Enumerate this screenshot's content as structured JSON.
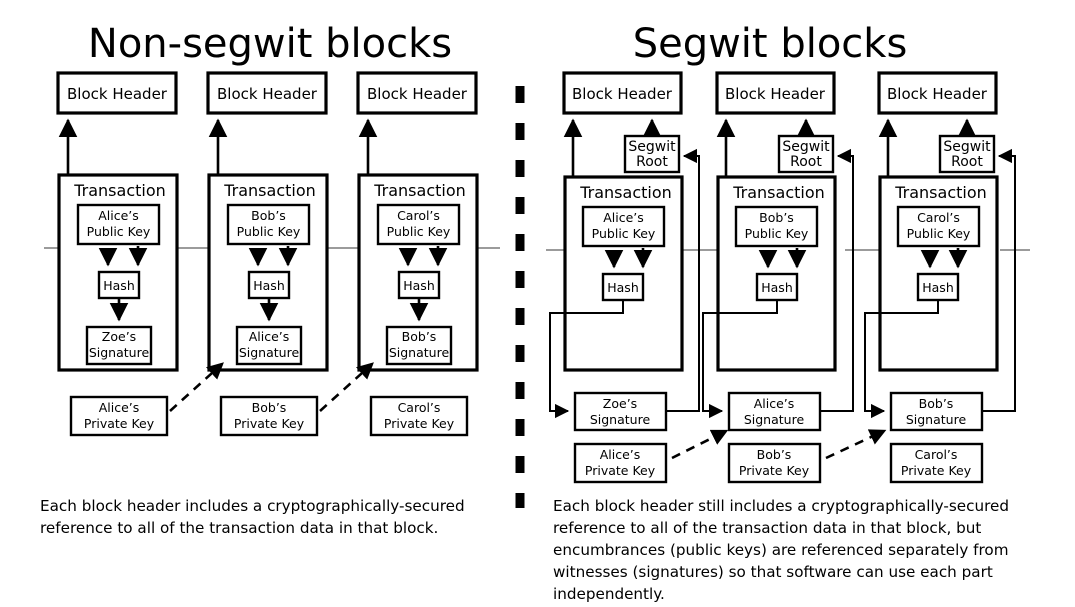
{
  "panels": [
    {
      "id": "non-segwit",
      "title": "Non-segwit blocks",
      "caption_lines": [
        "Each block header includes a cryptographically-secured",
        "reference to all of the transaction data in that block."
      ],
      "blocks": [
        {
          "header": "Block Header",
          "transaction": "Transaction",
          "public_key": "Alice’s\nPublic Key",
          "public_key_line1": "Alice’s",
          "public_key_line2": "Public Key",
          "hash": "Hash",
          "signature_line1": "Zoe’s",
          "signature_line2": "Signature",
          "private_key_line1": "Alice’s",
          "private_key_line2": "Private Key"
        },
        {
          "header": "Block Header",
          "transaction": "Transaction",
          "public_key_line1": "Bob’s",
          "public_key_line2": "Public Key",
          "hash": "Hash",
          "signature_line1": "Alice’s",
          "signature_line2": "Signature",
          "private_key_line1": "Bob’s",
          "private_key_line2": "Private Key"
        },
        {
          "header": "Block Header",
          "transaction": "Transaction",
          "public_key_line1": "Carol’s",
          "public_key_line2": "Public Key",
          "hash": "Hash",
          "signature_line1": "Bob’s",
          "signature_line2": "Signature",
          "private_key_line1": "Carol’s",
          "private_key_line2": "Private Key"
        }
      ]
    },
    {
      "id": "segwit",
      "title": "Segwit blocks",
      "caption_lines": [
        "Each block header still includes a cryptographically-secured",
        "reference to all of the transaction data in that block, but",
        "encumbrances (public keys) are referenced separately from",
        "witnesses (signatures) so that software can use each part",
        "independently."
      ],
      "blocks": [
        {
          "header": "Block Header",
          "segwit_root_line1": "Segwit",
          "segwit_root_line2": "Root",
          "transaction": "Transaction",
          "public_key_line1": "Alice’s",
          "public_key_line2": "Public Key",
          "hash": "Hash",
          "signature_line1": "Zoe’s",
          "signature_line2": "Signature",
          "private_key_line1": "Alice’s",
          "private_key_line2": "Private Key"
        },
        {
          "header": "Block Header",
          "segwit_root_line1": "Segwit",
          "segwit_root_line2": "Root",
          "transaction": "Transaction",
          "public_key_line1": "Bob’s",
          "public_key_line2": "Public Key",
          "hash": "Hash",
          "signature_line1": "Alice’s",
          "signature_line2": "Signature",
          "private_key_line1": "Bob’s",
          "private_key_line2": "Private Key"
        },
        {
          "header": "Block Header",
          "segwit_root_line1": "Segwit",
          "segwit_root_line2": "Root",
          "transaction": "Transaction",
          "public_key_line1": "Carol’s",
          "public_key_line2": "Public Key",
          "hash": "Hash",
          "signature_line1": "Bob’s",
          "signature_line2": "Signature",
          "private_key_line1": "Carol’s",
          "private_key_line2": "Private Key"
        }
      ]
    }
  ],
  "colors": {
    "background": "#ffffff",
    "stroke": "#000000",
    "chain_line": "#7a7a7a",
    "text": "#000000"
  }
}
